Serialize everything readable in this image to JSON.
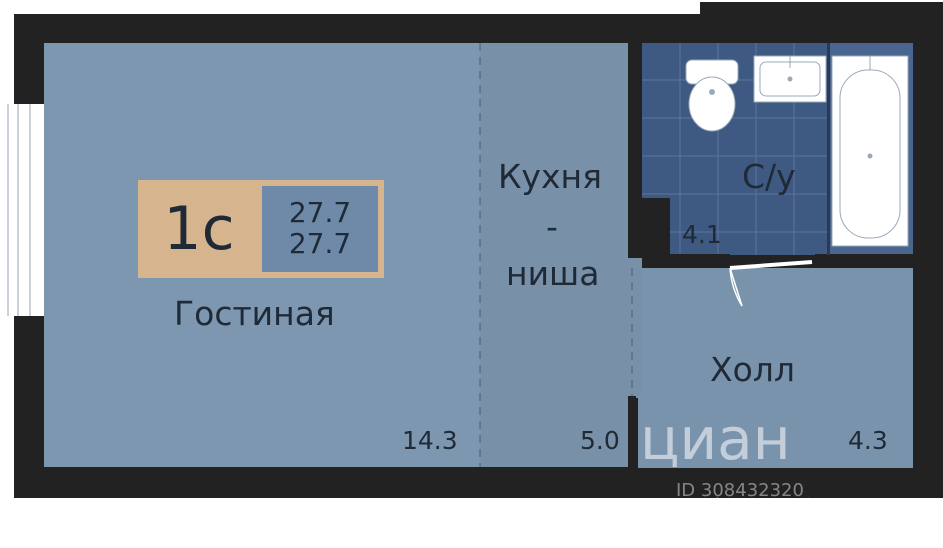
{
  "apartment": {
    "type": "1с",
    "total_area": "27.7",
    "living_area": "27.7"
  },
  "rooms": {
    "living": {
      "name": "Гостиная",
      "area": "14.3"
    },
    "kitchen": {
      "name_line1": "Кухня",
      "name_line2": "-",
      "name_line3": "ниша",
      "area": "5.0"
    },
    "bathroom": {
      "name": "С/у",
      "area": "4.1"
    },
    "hall": {
      "name": "Холл",
      "area": "4.3"
    }
  },
  "watermark": {
    "brand": "циан",
    "id_text": "ID 308432320"
  },
  "colors": {
    "wall": "#222222",
    "living_floor": "#7e97b0",
    "kitchen_floor": "#7890a8",
    "bath_floor": "#3f5a82",
    "hall_floor": "#7a93ad",
    "badge": "#d6b58e"
  }
}
